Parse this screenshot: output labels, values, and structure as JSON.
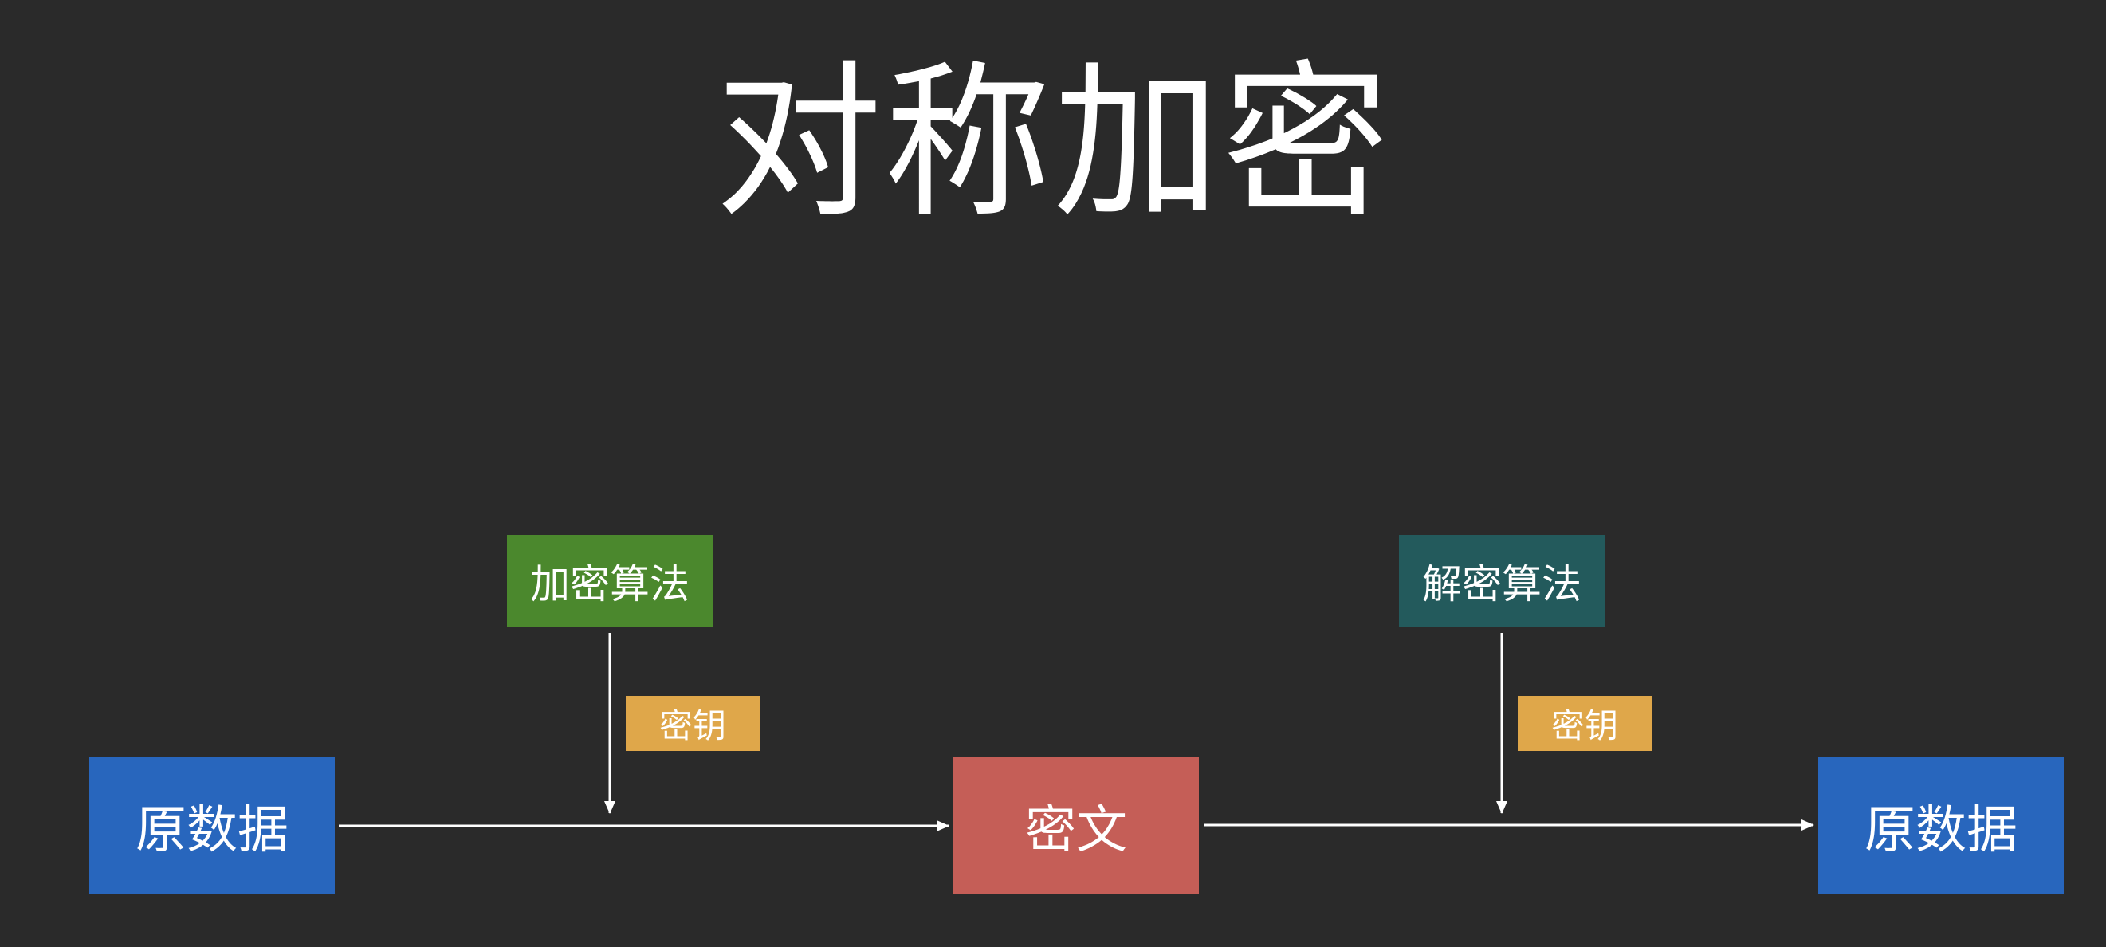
{
  "title": "对称加密",
  "nodes": {
    "source": {
      "label": "原数据",
      "color": "#2866bd"
    },
    "ciphertext": {
      "label": "密文",
      "color": "#c55e57"
    },
    "result": {
      "label": "原数据",
      "color": "#2866bd"
    },
    "encrypt_algorithm": {
      "label": "加密算法",
      "color": "#4b882d"
    },
    "decrypt_algorithm": {
      "label": "解密算法",
      "color": "#235a5c"
    },
    "key_encrypt": {
      "label": "密钥",
      "color": "#dfa74a"
    },
    "key_decrypt": {
      "label": "密钥",
      "color": "#dfa74a"
    }
  },
  "colors": {
    "background": "#2a2a2a",
    "line": "#ffffff"
  }
}
